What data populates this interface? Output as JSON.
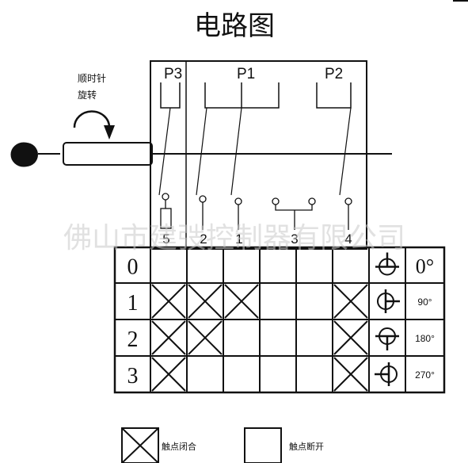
{
  "title": "电路图",
  "rotation_label": [
    "顺时针",
    "旋转"
  ],
  "pole_labels": [
    "P3",
    "P1",
    "P2"
  ],
  "terminal_labels": [
    "5",
    "2",
    "1",
    "3",
    "4"
  ],
  "table": {
    "rows": [
      {
        "position": "0",
        "angle": "0°",
        "contacts": [
          0,
          0,
          0,
          0,
          0,
          0
        ]
      },
      {
        "position": "1",
        "angle": "90°",
        "contacts": [
          1,
          1,
          1,
          0,
          0,
          1
        ]
      },
      {
        "position": "2",
        "angle": "180°",
        "contacts": [
          1,
          1,
          0,
          0,
          0,
          1
        ]
      },
      {
        "position": "3",
        "angle": "270°",
        "contacts": [
          1,
          0,
          0,
          0,
          0,
          1
        ]
      }
    ]
  },
  "legend": {
    "closed_label": "触点闭合",
    "open_label": "触点断开"
  },
  "watermark": "佛山市建弢控制器有限公司",
  "colors": {
    "line": "#111111",
    "watermark": "#c9c9c9"
  }
}
